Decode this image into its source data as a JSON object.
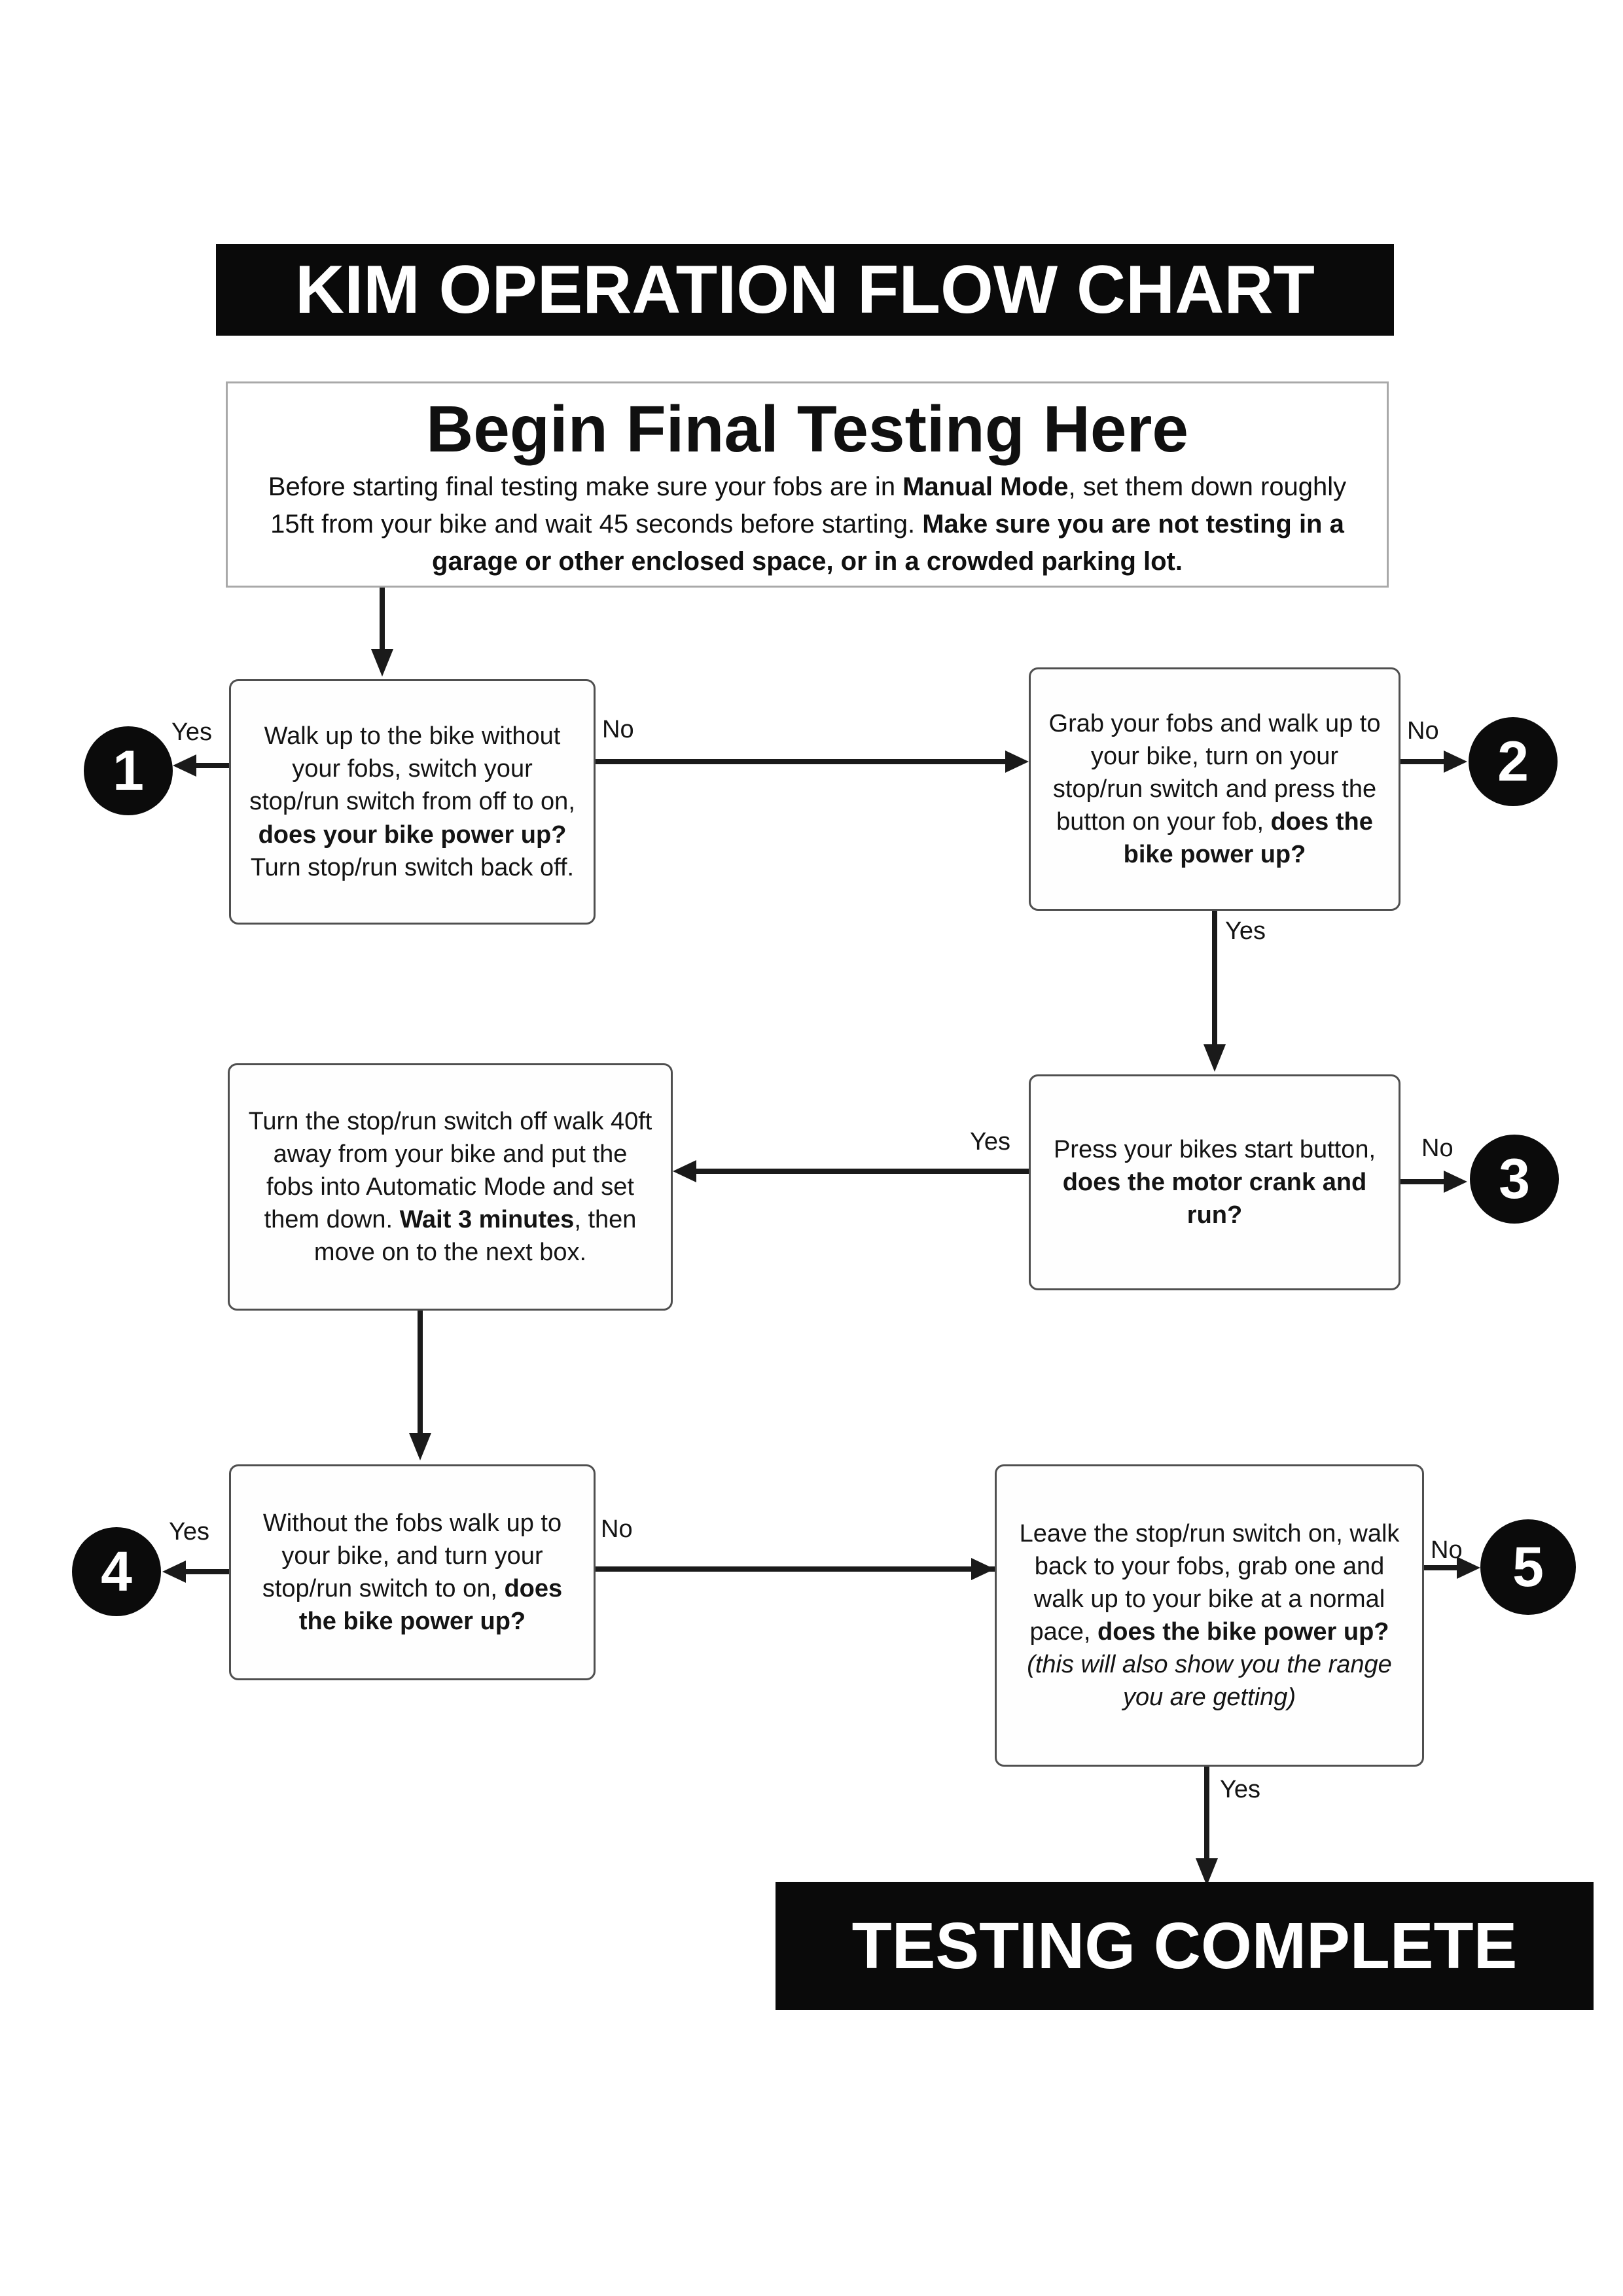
{
  "title_bar": {
    "text": "KIM OPERATION FLOW CHART"
  },
  "start_box": {
    "heading": "Begin Final Testing Here",
    "seg1": "Before starting final testing make sure your fobs are in ",
    "bold1": "Manual Mode",
    "seg2": ", set them down roughly 15ft from your bike and wait 45 seconds before starting. ",
    "bold2": "Make sure you are not testing in a garage or other enclosed space, or in a crowded parking lot."
  },
  "labels": {
    "yes": "Yes",
    "no": "No"
  },
  "circles": {
    "c1": "1",
    "c2": "2",
    "c3": "3",
    "c4": "4",
    "c5": "5"
  },
  "boxes": {
    "walk_no_fobs": {
      "seg1": "Walk up to the bike without your fobs, switch your stop/run switch from off to on, ",
      "bold": "does your bike power up?",
      "seg2": " Turn stop/run switch back off."
    },
    "grab_fobs": {
      "seg1": "Grab your fobs and walk up to your bike, turn on your stop/run switch and press the button on your fob, ",
      "bold": "does the bike power up?"
    },
    "switch_off_40ft": {
      "seg1": "Turn the stop/run switch off walk 40ft away from your bike and put the fobs into Automatic Mode and set them down. ",
      "bold": "Wait 3 minutes",
      "seg2": ", then move on to the next box."
    },
    "press_start": {
      "seg1": "Press your bikes start button, ",
      "bold": "does the motor crank and run?"
    },
    "without_fobs": {
      "seg1": "Without the fobs walk up to your bike, and turn your stop/run switch to on, ",
      "bold": "does the bike power up?"
    },
    "leave_switch_on": {
      "seg1": "Leave the stop/run switch on, walk back to your fobs, grab one and walk up to your bike at a normal pace, ",
      "bold": "does the bike power up?",
      "italic": " (this will also show you the range you are getting)"
    }
  },
  "complete_bar": {
    "text": "TESTING COMPLETE"
  }
}
